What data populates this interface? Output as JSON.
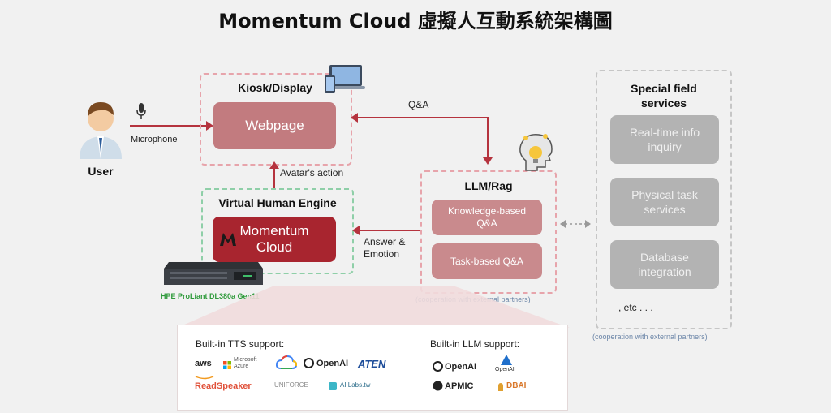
{
  "title": "Momentum Cloud 虛擬人互動系統架構圖",
  "user": {
    "label": "User",
    "microphone": "Microphone"
  },
  "kiosk": {
    "label": "Kiosk/Display",
    "webpage": "Webpage"
  },
  "avatar_action": "Avatar's action",
  "qa": "Q&A",
  "vhe": {
    "label": "Virtual Human Engine",
    "engine_line1": "Momentum",
    "engine_line2": "Cloud"
  },
  "answer_emotion": {
    "line1": "Answer &",
    "line2": "Emotion"
  },
  "server_label": "HPE ProLiant DL380a Gen11",
  "llm": {
    "label": "LLM/Rag",
    "knowledge_line1": "Knowledge-based",
    "knowledge_line2": "Q&A",
    "task": "Task-based Q&A",
    "note": "(cooperation with external partners)"
  },
  "special": {
    "label_line1": "Special field",
    "label_line2": "services",
    "items": [
      {
        "line1": "Real-time info",
        "line2": "inquiry"
      },
      {
        "line1": "Physical task",
        "line2": "services"
      },
      {
        "line1": "Database",
        "line2": "integration"
      }
    ],
    "etc": ", etc . . .",
    "note": "(cooperation with external partners)"
  },
  "tts": {
    "heading": "Built-in TTS support:",
    "logos": [
      "aws",
      "Microsoft Azure",
      "OpenAI",
      "ATEN",
      "ReadSpeaker",
      "UNIFORCE",
      "AI Labs.tw"
    ]
  },
  "llm_support": {
    "heading": "Built-in LLM support:",
    "logos": [
      "OpenAI",
      "OpenAI",
      "APMIC",
      "DBAI"
    ]
  },
  "colors": {
    "accent": "#b5333e",
    "engine": "#a8252f",
    "webpage": "#c27b7f",
    "server_label": "#2e9a3a"
  }
}
